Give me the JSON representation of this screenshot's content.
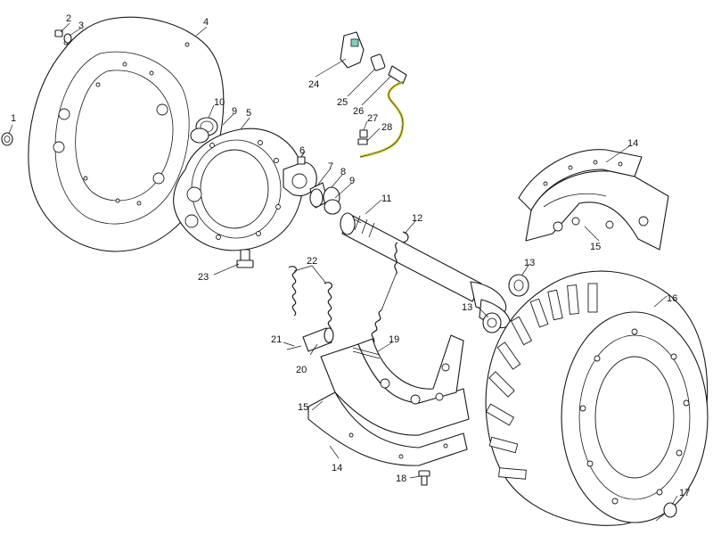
{
  "callouts": {
    "c1": "1",
    "c2": "2",
    "c3": "3",
    "c4": "4",
    "c5": "5",
    "c6": "6",
    "c7": "7",
    "c8": "8",
    "c9a": "9",
    "c9b": "9",
    "c10": "10",
    "c11": "11",
    "c12": "12",
    "c13a": "13",
    "c13b": "13",
    "c14a": "14",
    "c14b": "14",
    "c15a": "15",
    "c15b": "15",
    "c16": "16",
    "c17": "17",
    "c18": "18",
    "c19": "19",
    "c20": "20",
    "c21": "21",
    "c22": "22",
    "c23": "23",
    "c24": "24",
    "c25": "25",
    "c26": "26",
    "c27": "27",
    "c28": "28"
  },
  "colors": {
    "line": "#1a1a1a",
    "wear_sensor_cable": "#d6cf3a",
    "sensor_highlight": "#7fd0c0"
  }
}
